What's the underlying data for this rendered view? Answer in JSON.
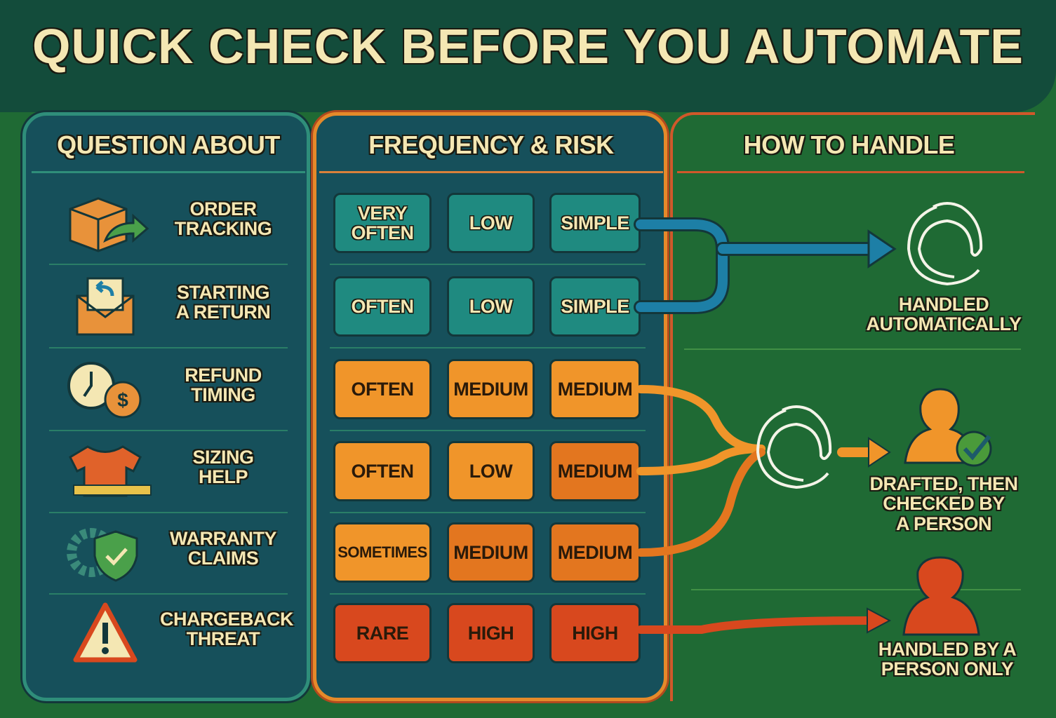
{
  "title": "QUICK CHECK BEFORE YOU AUTOMATE",
  "columns": {
    "question": "QUESTION ABOUT",
    "frequency": "FREQUENCY & RISK",
    "handle": "HOW TO HANDLE"
  },
  "rows": [
    {
      "question": "ORDER\nTRACKING",
      "icon": "package-arrow-icon",
      "frequency": "VERY\nOFTEN",
      "risk": "LOW",
      "complexity": "SIMPLE",
      "tone": "teal",
      "outcome": "automatic"
    },
    {
      "question": "STARTING\nA RETURN",
      "icon": "envelope-return-icon",
      "frequency": "OFTEN",
      "risk": "LOW",
      "complexity": "SIMPLE",
      "tone": "teal",
      "outcome": "automatic"
    },
    {
      "question": "REFUND\nTIMING",
      "icon": "clock-dollar-icon",
      "frequency": "OFTEN",
      "risk": "MEDIUM",
      "complexity": "MEDIUM",
      "tone": "orange",
      "outcome": "drafted"
    },
    {
      "question": "SIZING\nHELP",
      "icon": "shirt-tape-icon",
      "frequency": "OFTEN",
      "risk": "LOW",
      "complexity": "MEDIUM",
      "tone": "orange",
      "outcome": "drafted"
    },
    {
      "question": "WARRANTY\nCLAIMS",
      "icon": "gear-shield-icon",
      "frequency": "SOMETIMES",
      "risk": "MEDIUM",
      "complexity": "MEDIUM",
      "tone": "orange",
      "outcome": "drafted"
    },
    {
      "question": "CHARGEBACK\nTHREAT",
      "icon": "warning-icon",
      "frequency": "RARE",
      "risk": "HIGH",
      "complexity": "HIGH",
      "tone": "red",
      "outcome": "person"
    }
  ],
  "outcomes": {
    "automatic": "HANDLED\nAUTOMATICALLY",
    "drafted": "DRAFTED, THEN\nCHECKED BY\nA PERSON",
    "person": "HANDLED BY A\nPERSON ONLY"
  },
  "colors": {
    "teal": "#1f8a80",
    "orange": "#f0952a",
    "dark_orange": "#e3761f",
    "red": "#d8481e",
    "blue_arrow": "#1d7fa6",
    "background": "#1f6a34",
    "text": "#f4e7b3"
  }
}
